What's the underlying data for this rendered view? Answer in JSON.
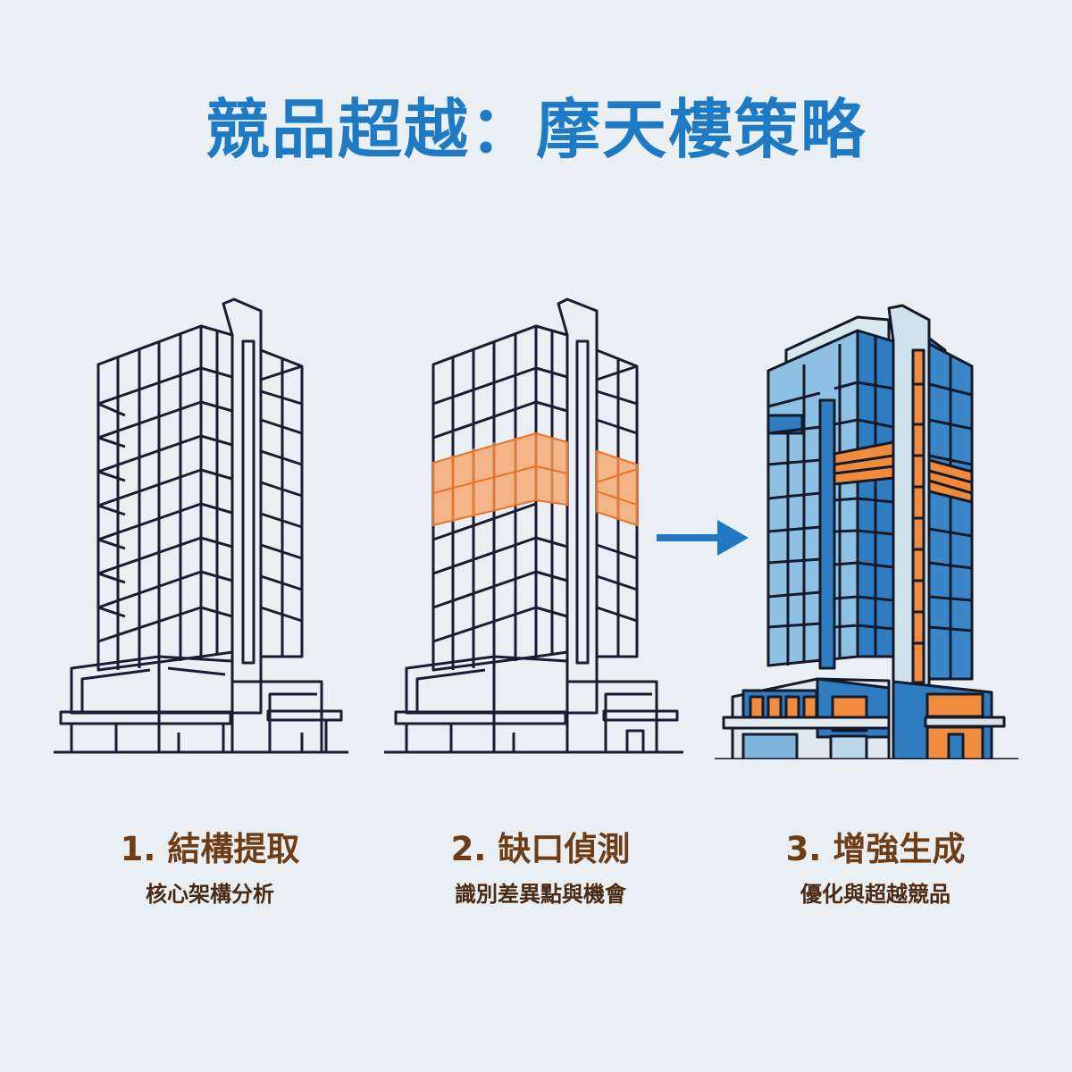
{
  "title": "競品超越：摩天樓策略",
  "colors": {
    "title_blue": "#1f7ac4",
    "caption_brown": "#6e3d15",
    "outline_navy": "#1c1b33",
    "highlight_orange": "#f08a3c",
    "building_blue": "#2f7cc1",
    "background": "#eaeff3"
  },
  "stages": [
    {
      "step": "1. 結構提取",
      "subtitle": "核心架構分析",
      "illustration": "wireframe-skyscraper"
    },
    {
      "step": "2. 缺口偵測",
      "subtitle": "識別差異點與機會",
      "illustration": "wireframe-skyscraper-with-orange-gap-band"
    },
    {
      "step": "3. 增強生成",
      "subtitle": "優化與超越競品",
      "illustration": "colored-blue-orange-skyscraper"
    }
  ],
  "connector": {
    "icon": "arrow-right-icon"
  }
}
